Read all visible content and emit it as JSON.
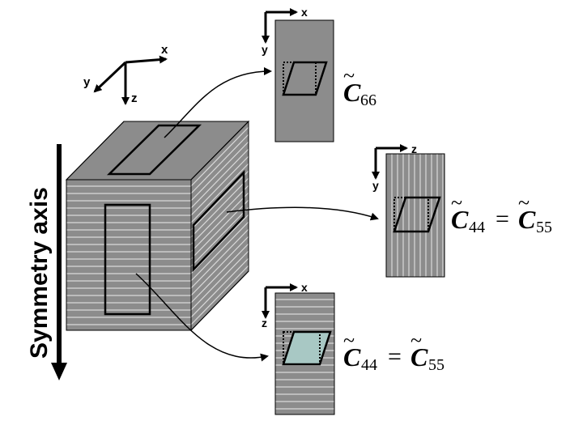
{
  "symmetry_axis_label": "Symmetry axis",
  "main_axes": {
    "x": "x",
    "y": "y",
    "z": "z"
  },
  "panel_top": {
    "axis_h": "x",
    "axis_v": "y",
    "tilde": "~",
    "symbol": "C",
    "subscript": "66"
  },
  "panel_middle": {
    "axis_h": "z",
    "axis_v": "y",
    "tilde": "~",
    "lhs_symbol": "C",
    "lhs_subscript": "44",
    "equals": "=",
    "rhs_symbol": "C",
    "rhs_subscript": "55"
  },
  "panel_bottom": {
    "axis_h": "x",
    "axis_v": "z",
    "tilde": "~",
    "lhs_symbol": "C",
    "lhs_subscript": "44",
    "equals": "=",
    "rhs_symbol": "C",
    "rhs_subscript": "55"
  },
  "colors": {
    "face_gray": "#8c8c8c",
    "line_color": "#000000",
    "layer_line": "#d9d9d9",
    "highlight_fill": "#a8c8c4"
  }
}
